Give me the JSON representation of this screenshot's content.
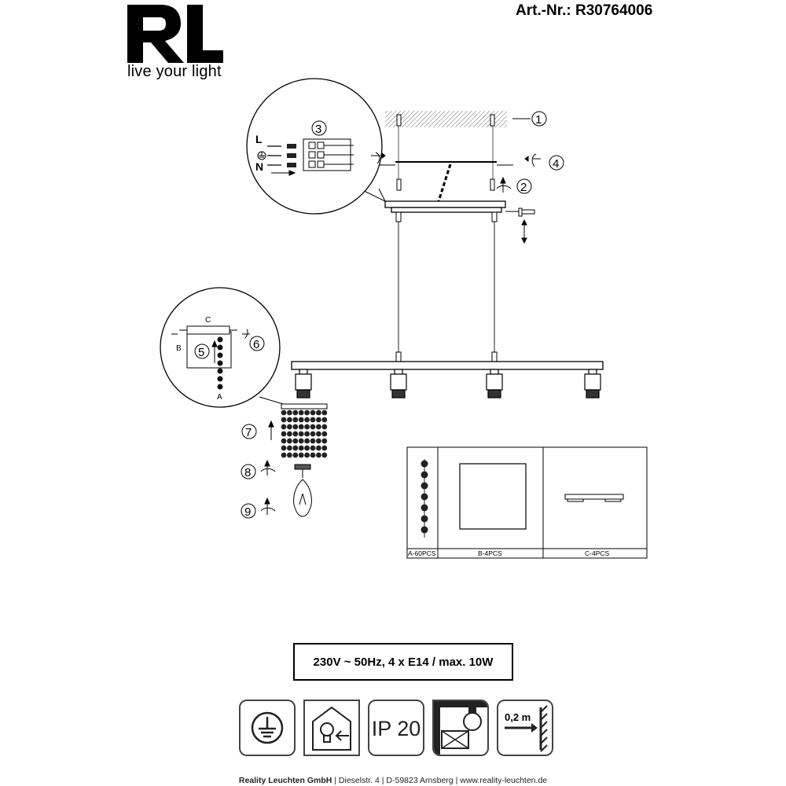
{
  "brand": {
    "logo_text": "RL",
    "tagline": "live your light"
  },
  "article": {
    "number_label": "Art.-Nr.: R30764006"
  },
  "steps": [
    "1",
    "2",
    "3",
    "4",
    "5",
    "6",
    "7",
    "8",
    "9"
  ],
  "wiring": {
    "live": "L",
    "neutral": "N"
  },
  "detail_labels": {
    "a": "A",
    "b": "B",
    "c": "C"
  },
  "parts_table": {
    "columns": [
      "A-60PCS",
      "B-4PCS",
      "C-4PCS"
    ]
  },
  "spec": "230V ~ 50Hz, 4 x E14 / max. 10W",
  "symbols": {
    "ip_rating": "IP 20",
    "min_distance": "0,2 m",
    "icons": [
      "protective-earth-icon",
      "led-replaceable-icon",
      "ip20-icon",
      "no-insulation-cover-icon",
      "min-distance-icon"
    ]
  },
  "footer": {
    "company": "Reality Leuchten GmbH",
    "address": "Dieselstr. 4",
    "city": "D-59823 Arnsberg",
    "web": "www.reality-leuchten.de",
    "separator": "|"
  }
}
